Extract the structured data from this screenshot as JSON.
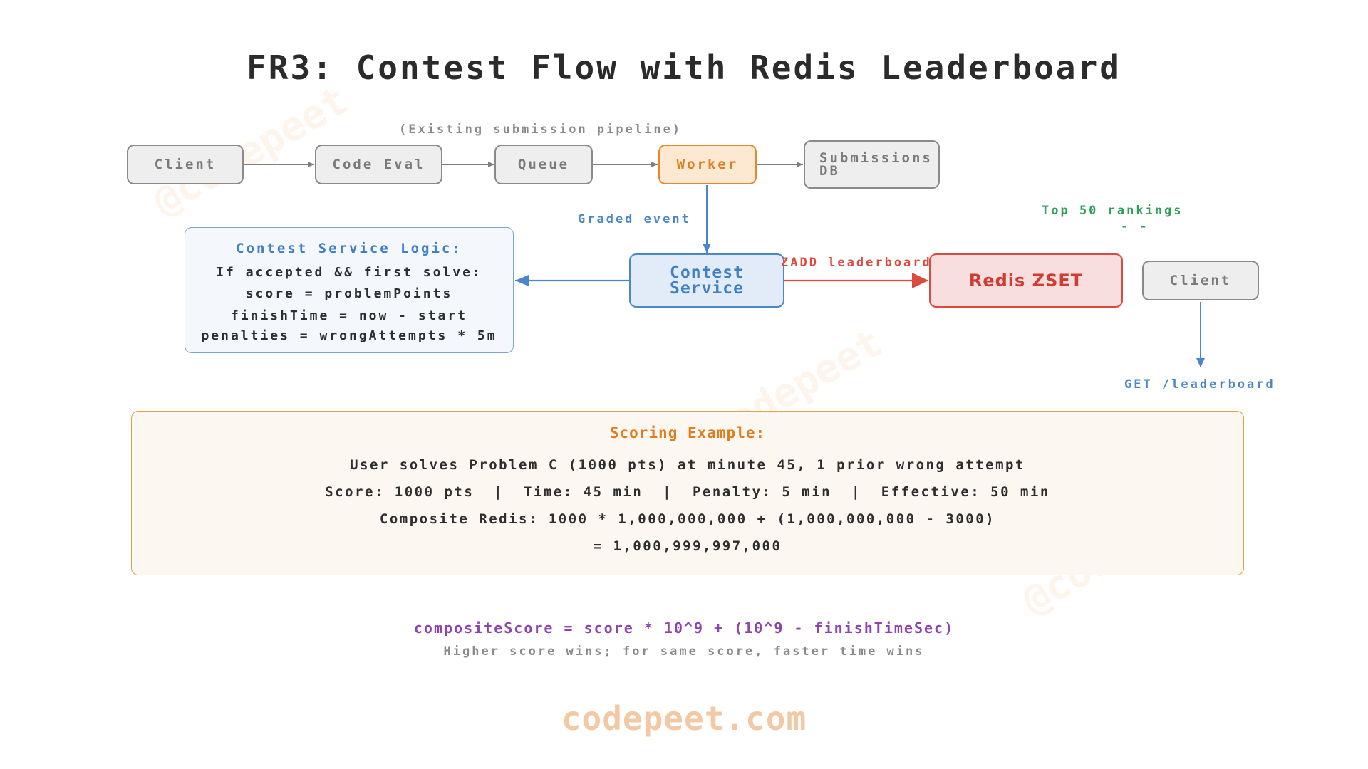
{
  "title": "FR3: Contest Flow with Redis Leaderboard",
  "pipeline_caption": "(Existing submission pipeline)",
  "nodes": {
    "client1": "Client",
    "code_eval": "Code Eval",
    "queue": "Queue",
    "worker": "Worker",
    "submissions_db_line1": "Submissions",
    "submissions_db_line2": "DB",
    "contest_service_line1": "Contest",
    "contest_service_line2": "Service",
    "redis": "Redis ZSET",
    "client2": "Client"
  },
  "edge_labels": {
    "graded_event": "Graded event",
    "zadd": "ZADD leaderboard",
    "top50": "Top 50 rankings",
    "top50_dash": "- -",
    "get_leaderboard": "GET /leaderboard"
  },
  "logic": {
    "title": "Contest Service Logic:",
    "lines": [
      "If accepted && first solve:",
      "score = problemPoints",
      "finishTime = now - start",
      "penalties = wrongAttempts * 5m"
    ]
  },
  "scoring": {
    "title": "Scoring Example:",
    "lines": [
      "User solves Problem C (1000 pts) at minute 45, 1 prior wrong attempt",
      "Score: 1000 pts  |  Time: 45 min  |  Penalty: 5 min  |  Effective: 50 min",
      "Composite Redis: 1000 * 1,000,000,000 + (1,000,000,000 - 3000)",
      "= 1,000,999,997,000"
    ]
  },
  "formula": "compositeScore = score * 10^9 + (10^9 - finishTimeSec)",
  "formula_note": "Higher score wins; for same score, faster time wins",
  "footer": "codepeet.com",
  "watermark": "@codepeet",
  "colors": {
    "worker": "#e8862a",
    "contest": "#4a86c8",
    "redis": "#dc4a3f",
    "top50": "#2e9e5b",
    "formula": "#8e44ad",
    "footer": "#f2c9a4"
  }
}
